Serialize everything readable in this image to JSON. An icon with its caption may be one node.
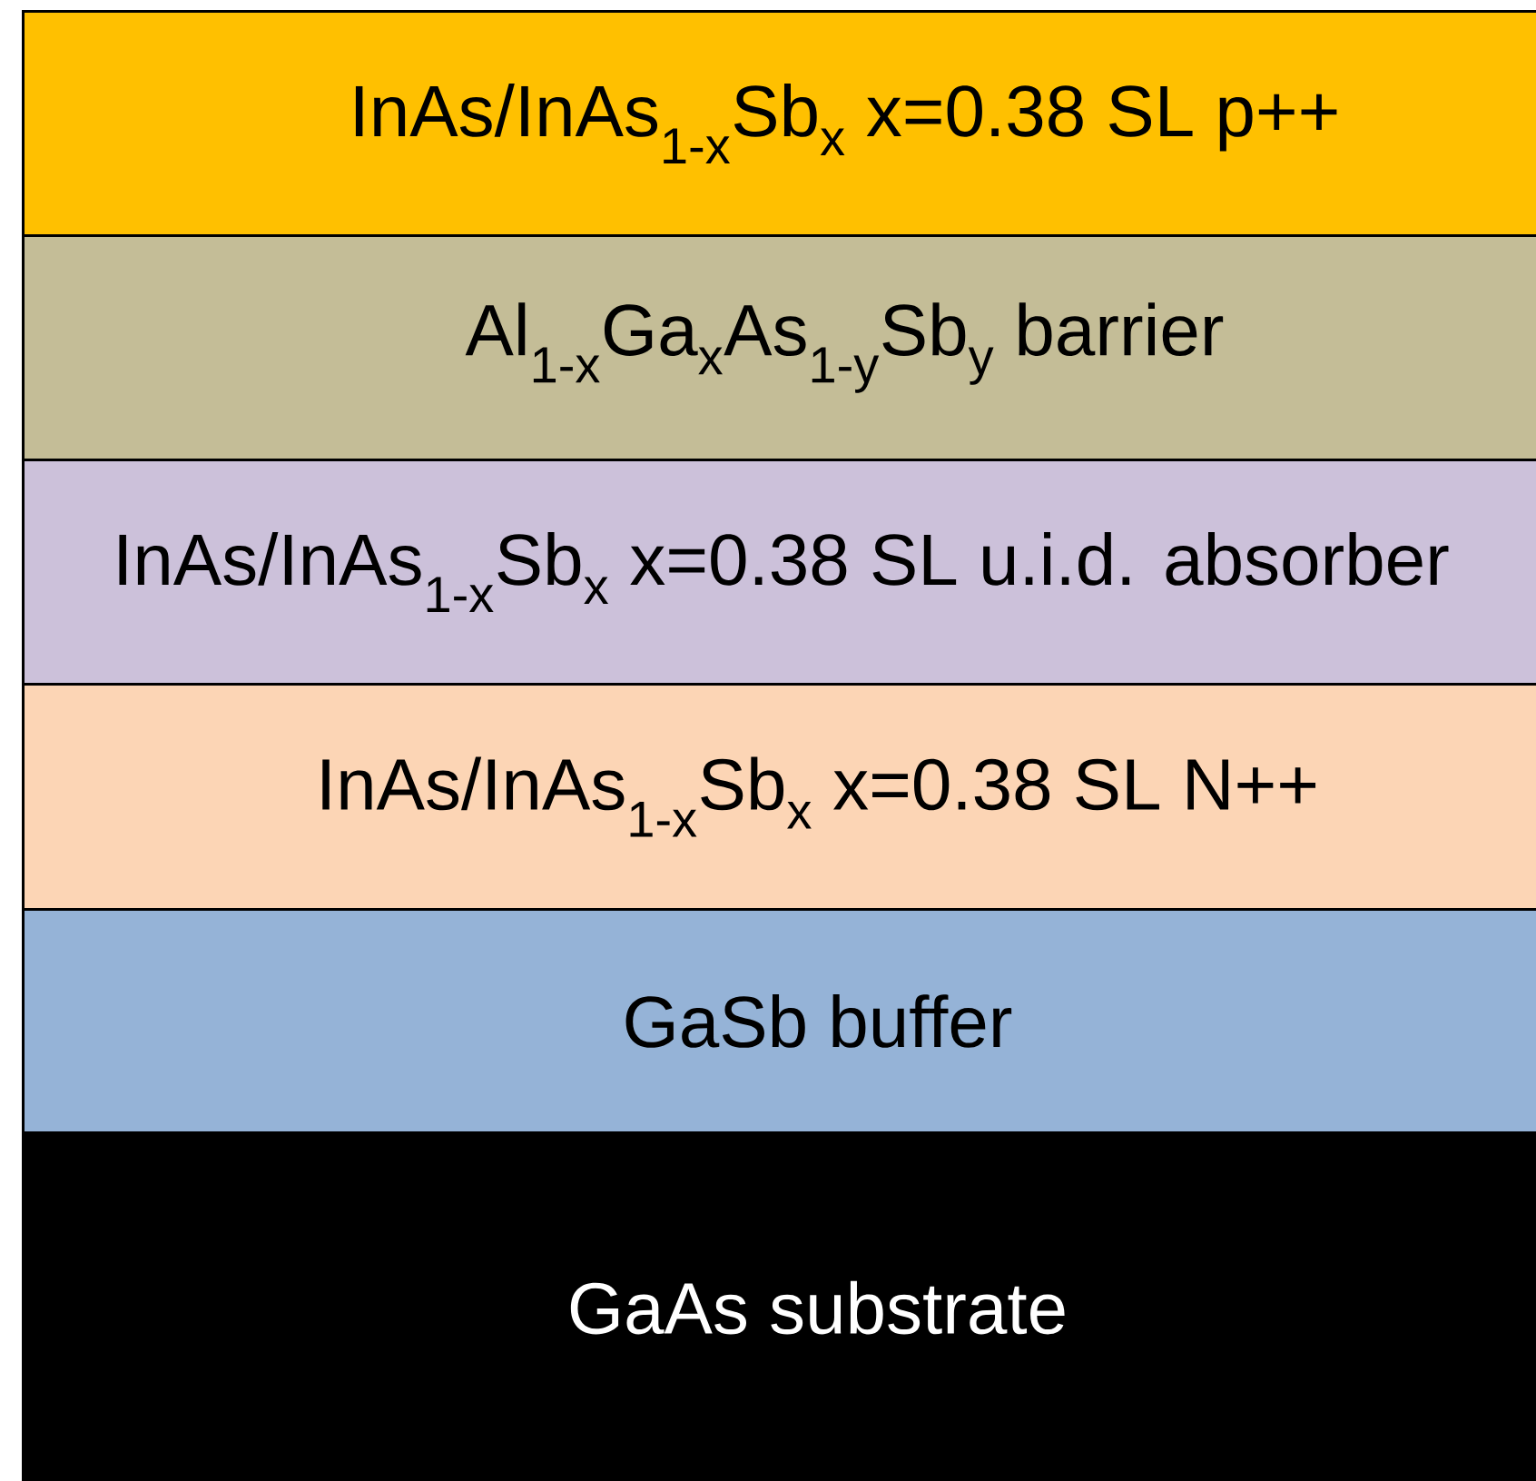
{
  "diagram": {
    "nodes": [
      {
        "text": [
          "InAs/InAs$_{1-x}$Sb$_{x}$ x=0.38 SL p++"
        ]
      },
      {
        "text": [
          "Al$_{1-x}$Ga$_{x}$As$_{1-y}$Sb$_{y}$ barrier"
        ]
      },
      {
        "text": [
          "InAs/InAs$_{1-x}$Sb$_{x}$ x=0.38 SL u.i.d. absorber"
        ]
      },
      {
        "text": [
          "InAs/InAs$_{1-x}$Sb$_{x}$ x=0.38 SL N++"
        ]
      },
      {
        "text": [
          "GaSb buffer"
        ]
      },
      {
        "text": [
          "GaAs substrate"
        ]
      }
    ]
  }
}
